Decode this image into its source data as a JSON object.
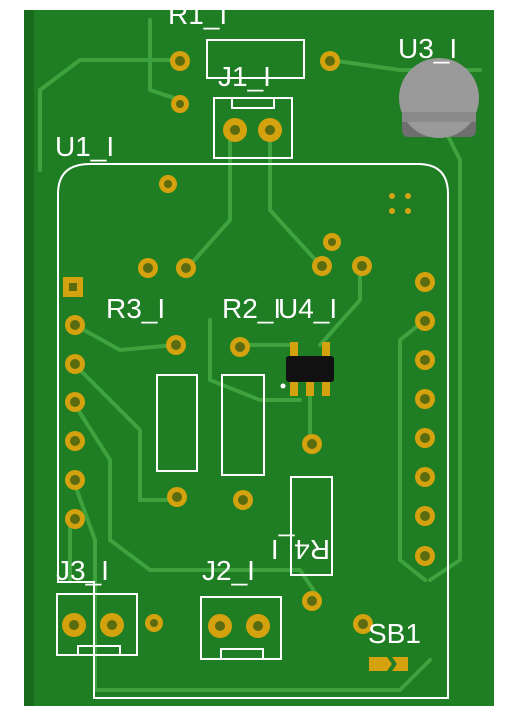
{
  "colors": {
    "board": "#1f7d23",
    "board_dark": "#176b1b",
    "trace": "#3ea33e",
    "copper": "#d4a20e",
    "drill": "#5a6b10",
    "silkscreen": "#ffffff",
    "component_body": "#9a9a9a"
  },
  "labels": {
    "r1": "R1_I",
    "j1": "J1_I",
    "u3": "U3_I",
    "u1": "U1_I",
    "r3": "R3_I",
    "r2": "R2_I",
    "u4": "U4_I",
    "j3": "J3_I",
    "j2": "J2_I",
    "r4": "R4_I",
    "sb1": "SB1"
  }
}
